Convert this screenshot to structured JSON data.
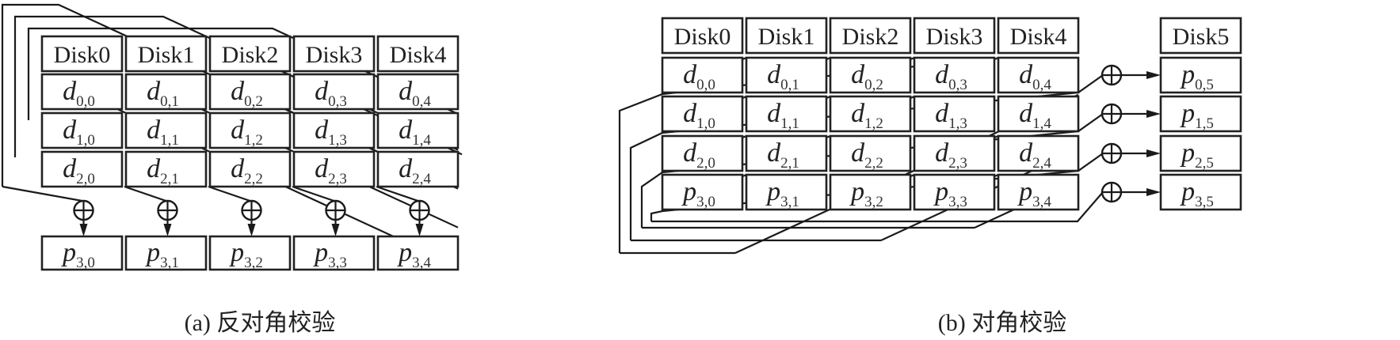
{
  "figure": {
    "panel_a": {
      "caption": "(a) 反对角校验",
      "headers": [
        "Disk0",
        "Disk1",
        "Disk2",
        "Disk3",
        "Disk4"
      ],
      "data_rows": [
        [
          {
            "v": "d",
            "s": "0,0"
          },
          {
            "v": "d",
            "s": "0,1"
          },
          {
            "v": "d",
            "s": "0,2"
          },
          {
            "v": "d",
            "s": "0,3"
          },
          {
            "v": "d",
            "s": "0,4"
          }
        ],
        [
          {
            "v": "d",
            "s": "1,0"
          },
          {
            "v": "d",
            "s": "1,1"
          },
          {
            "v": "d",
            "s": "1,2"
          },
          {
            "v": "d",
            "s": "1,3"
          },
          {
            "v": "d",
            "s": "1,4"
          }
        ],
        [
          {
            "v": "d",
            "s": "2,0"
          },
          {
            "v": "d",
            "s": "2,1"
          },
          {
            "v": "d",
            "s": "2,2"
          },
          {
            "v": "d",
            "s": "2,3"
          },
          {
            "v": "d",
            "s": "2,4"
          }
        ]
      ],
      "parity_row": [
        {
          "v": "p",
          "s": "3,0"
        },
        {
          "v": "p",
          "s": "3,1"
        },
        {
          "v": "p",
          "s": "3,2"
        },
        {
          "v": "p",
          "s": "3,3"
        },
        {
          "v": "p",
          "s": "3,4"
        }
      ],
      "xor_symbol": "xor-icon"
    },
    "panel_b": {
      "caption": "(b) 对角校验",
      "headers": [
        "Disk0",
        "Disk1",
        "Disk2",
        "Disk3",
        "Disk4"
      ],
      "parity_header": "Disk5",
      "rows": [
        [
          {
            "v": "d",
            "s": "0,0"
          },
          {
            "v": "d",
            "s": "0,1"
          },
          {
            "v": "d",
            "s": "0,2"
          },
          {
            "v": "d",
            "s": "0,3"
          },
          {
            "v": "d",
            "s": "0,4"
          }
        ],
        [
          {
            "v": "d",
            "s": "1,0"
          },
          {
            "v": "d",
            "s": "1,1"
          },
          {
            "v": "d",
            "s": "1,2"
          },
          {
            "v": "d",
            "s": "1,3"
          },
          {
            "v": "d",
            "s": "1,4"
          }
        ],
        [
          {
            "v": "d",
            "s": "2,0"
          },
          {
            "v": "d",
            "s": "2,1"
          },
          {
            "v": "d",
            "s": "2,2"
          },
          {
            "v": "d",
            "s": "2,3"
          },
          {
            "v": "d",
            "s": "2,4"
          }
        ],
        [
          {
            "v": "p",
            "s": "3,0"
          },
          {
            "v": "p",
            "s": "3,1"
          },
          {
            "v": "p",
            "s": "3,2"
          },
          {
            "v": "p",
            "s": "3,3"
          },
          {
            "v": "p",
            "s": "3,4"
          }
        ]
      ],
      "parity_column": [
        {
          "v": "p",
          "s": "0,5"
        },
        {
          "v": "p",
          "s": "1,5"
        },
        {
          "v": "p",
          "s": "2,5"
        },
        {
          "v": "p",
          "s": "3,5"
        }
      ],
      "xor_symbol": "xor-icon"
    }
  }
}
